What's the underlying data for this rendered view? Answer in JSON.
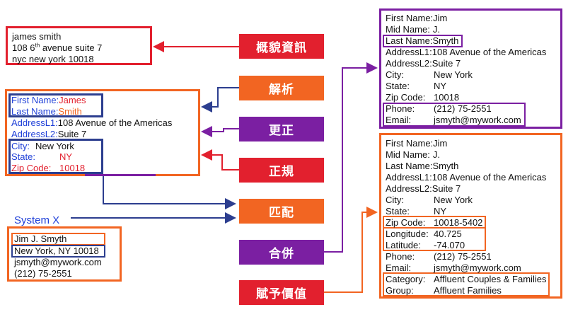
{
  "colors": {
    "red": "#e2202e",
    "orange": "#f26522",
    "purple": "#7b1fa2",
    "navy": "#2c3e8f",
    "blue": "#1e3fd8",
    "orange_text": "#f26522",
    "red_text": "#e2202e"
  },
  "raw_record": {
    "name": "james smith",
    "addr_num": "108 6",
    "addr_sup": "th",
    "addr_rest": " avenue suite 7",
    "city_line": "nyc new york 10018"
  },
  "parsed": {
    "first_name_label": "First Name:",
    "first_name_value": "James",
    "last_name_label": "Last Name:",
    "last_name_value": "Smith",
    "address1_label": "AddressL1:",
    "address1_value": "108 Avenue of the Americas",
    "address2_label": "AddressL2:",
    "address2_value": "Suite 7",
    "city_label": "City:",
    "city_value": "New York",
    "state_label": "State:",
    "state_value": "NY",
    "zip_label": "Zip Code:",
    "zip_value": "10018"
  },
  "system_x": {
    "label": "System X",
    "name": "Jim J. Smyth",
    "city_line": "New York, NY 10018",
    "email": "jsmyth@mywork.com",
    "phone": "(212) 75-2551"
  },
  "steps": {
    "profile": "概貌資訊",
    "parse": "解析",
    "correct": "更正",
    "standardize": "正規",
    "match": "匹配",
    "merge": "合併",
    "enrich": "賦予價值"
  },
  "merged": {
    "fields": [
      {
        "label": "First Name:",
        "value": "Jim"
      },
      {
        "label": "Mid Name:",
        "value": "J."
      },
      {
        "label": "Last Name:",
        "value": "Smyth"
      },
      {
        "label": "AddressL1:",
        "value": "108 Avenue of the Americas"
      },
      {
        "label": "AddressL2:",
        "value": "Suite 7"
      },
      {
        "label": "City:",
        "value": "New York"
      },
      {
        "label": "State:",
        "value": "NY"
      },
      {
        "label": "Zip Code:",
        "value": "10018"
      },
      {
        "label": "Phone:",
        "value": "(212) 75-2551"
      },
      {
        "label": "Email:",
        "value": "jsmyth@mywork.com"
      }
    ]
  },
  "enriched": {
    "fields": [
      {
        "label": "First Name:",
        "value": "Jim"
      },
      {
        "label": "Mid Name:",
        "value": "J."
      },
      {
        "label": "Last Name:",
        "value": "Smyth"
      },
      {
        "label": "AddressL1:",
        "value": "108 Avenue of the Americas"
      },
      {
        "label": "AddressL2:",
        "value": "Suite 7"
      },
      {
        "label": "City:",
        "value": "New York"
      },
      {
        "label": "State:",
        "value": "NY"
      },
      {
        "label": "Zip Code:",
        "value": "10018-5402"
      },
      {
        "label": "Longitude:",
        "value": "40.725"
      },
      {
        "label": "Latitude:",
        "value": "-74.070"
      },
      {
        "label": "Phone:",
        "value": "(212) 75-2551"
      },
      {
        "label": "Email:",
        "value": "jsmyth@mywork.com"
      },
      {
        "label": "Category:",
        "value": "Affluent Couples & Families"
      },
      {
        "label": "Group:",
        "value": "Affluent Families"
      }
    ]
  }
}
